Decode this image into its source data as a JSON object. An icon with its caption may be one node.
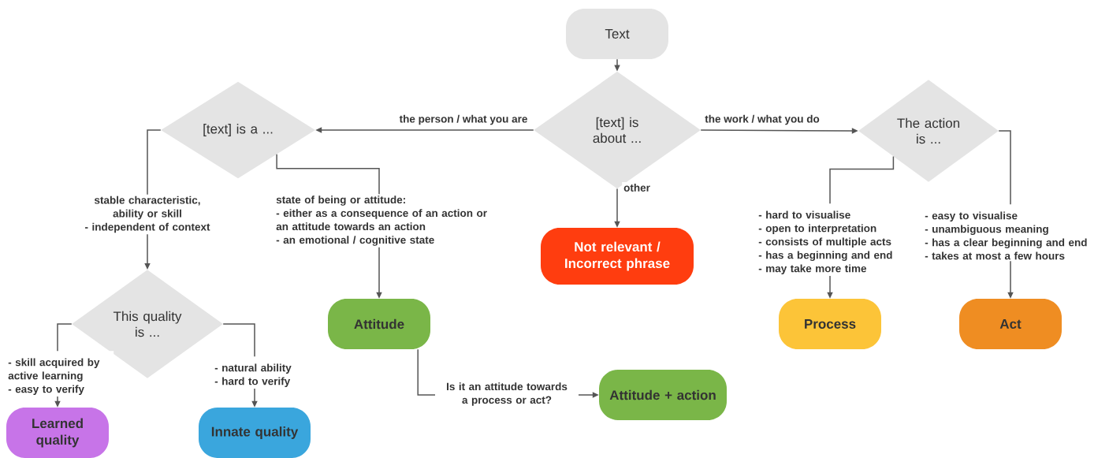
{
  "diagram": {
    "nodes": [
      {
        "text": [
          "Text"
        ]
      },
      {
        "text": [
          "[text] is about ..."
        ]
      },
      {
        "text": [
          "[text] is a ..."
        ]
      },
      {
        "text": [
          "The action is ..."
        ]
      },
      {
        "text": [
          "Not relevant / Incorrect phrase"
        ]
      },
      {
        "text": [
          "This quality is ..."
        ]
      },
      {
        "text": [
          "Attitude"
        ]
      },
      {
        "text": [
          "Process"
        ]
      },
      {
        "text": [
          "Act"
        ]
      },
      {
        "text": [
          "Learned quality"
        ]
      },
      {
        "text": [
          "Innate quality"
        ]
      },
      {
        "text": [
          "Attitude + action"
        ]
      }
    ],
    "edges": [
      {
        "from": 0,
        "to": 1,
        "arrow": "to"
      },
      {
        "from": 1,
        "to": 2,
        "arrow": "to",
        "label": "the person / what you are"
      },
      {
        "from": 1,
        "to": 3,
        "arrow": "to",
        "label": "the work / what you do"
      },
      {
        "from": 1,
        "to": 4,
        "arrow": "to",
        "label": "other"
      },
      {
        "from": 2,
        "to": 5,
        "arrow": "to",
        "label": "stable characteristic, ability or skill - independent of context"
      },
      {
        "from": 2,
        "to": 6,
        "arrow": "to",
        "label": "state of being or attitude: - either as a consequence of an action or an attitude towards an action - an emotional / cognitive state"
      },
      {
        "from": 5,
        "to": 9,
        "arrow": "to",
        "label": "- skill acquired by active learning - easy to verify"
      },
      {
        "from": 5,
        "to": 10,
        "arrow": "to",
        "label": "- natural ability - hard to verify"
      },
      {
        "from": 3,
        "to": 7,
        "arrow": "to",
        "label": "- hard to visualise - open to interpretation - consists of multiple acts - has a beginning and end - may take more time"
      },
      {
        "from": 3,
        "to": 8,
        "arrow": "to",
        "label": "- easy to visualise - unambiguous meaning - has a clear beginning and end - takes at most a few hours"
      },
      {
        "from": 6,
        "to": 11,
        "arrow": "to",
        "label": "Is it an attitude towards a process or act?"
      }
    ]
  }
}
